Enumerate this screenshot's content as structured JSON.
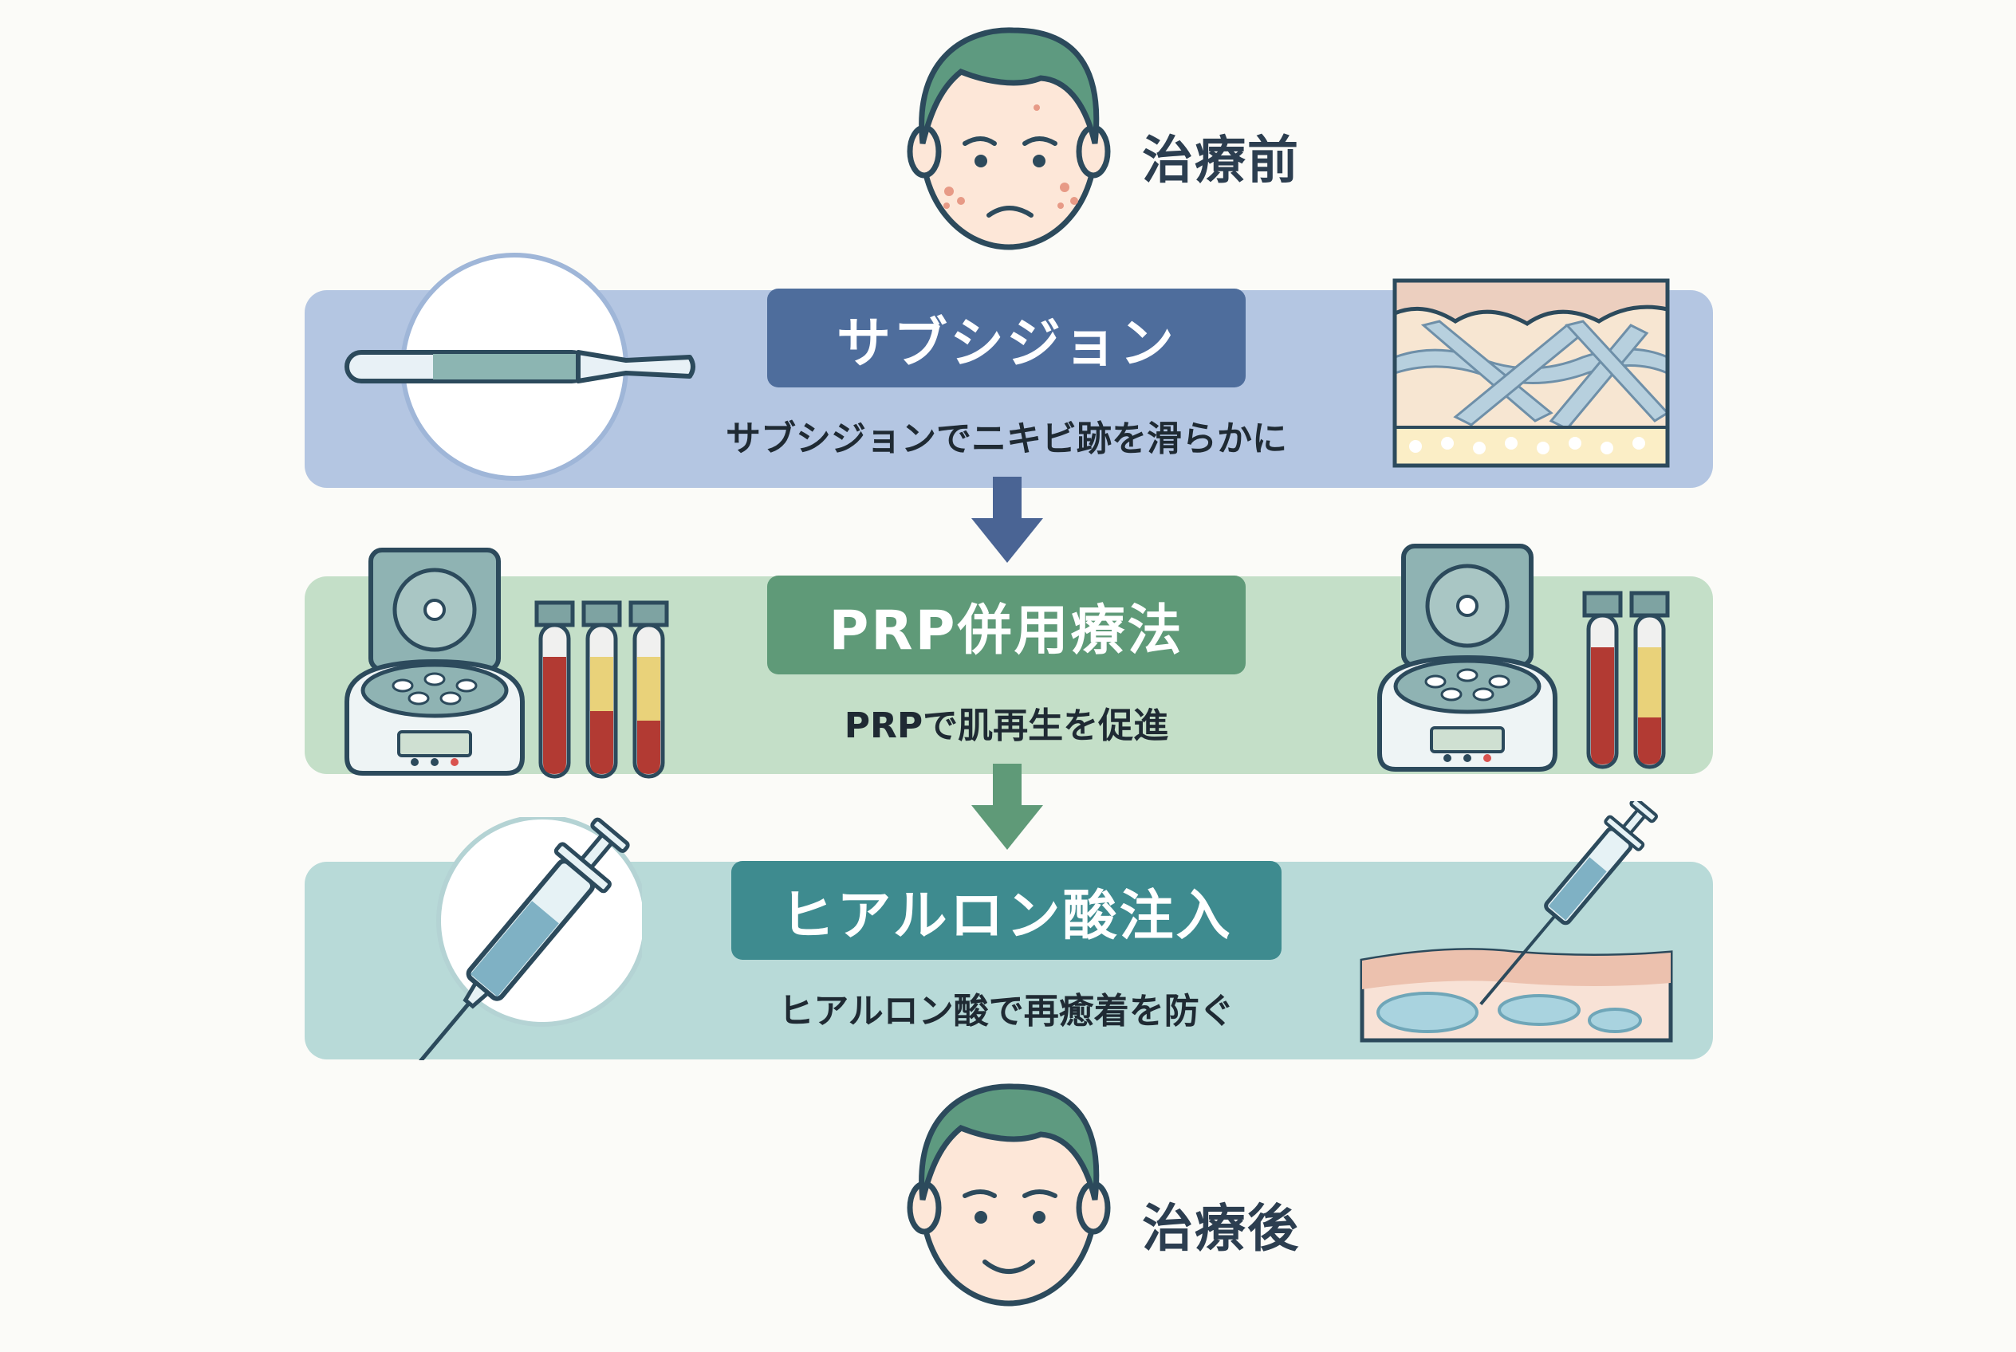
{
  "before": {
    "label": "治療前"
  },
  "after": {
    "label": "治療後"
  },
  "steps": [
    {
      "title": "サブシジョン",
      "subtitle": "サブシジョンでニキビ跡を滑らかに",
      "accent": "#4e6d9c",
      "band": "#b4c6e2",
      "left_icon": "subcision-needle-icon",
      "right_icon": "skin-fibers-cross-section-icon"
    },
    {
      "title": "PRP併用療法",
      "subtitle": "PRPで肌再生を促進",
      "accent": "#5f9a78",
      "band": "#c4dfc8",
      "left_icon": "centrifuge-icon",
      "right_icon": "blood-tubes-icon"
    },
    {
      "title": "ヒアルロン酸注入",
      "subtitle": "ヒアルロン酸で再癒着を防ぐ",
      "accent": "#3e8b8f",
      "band": "#b8dad8",
      "left_icon": "syringe-icon",
      "right_icon": "skin-injection-icon"
    }
  ],
  "arrows": [
    "down-arrow-icon",
    "down-arrow-icon"
  ]
}
